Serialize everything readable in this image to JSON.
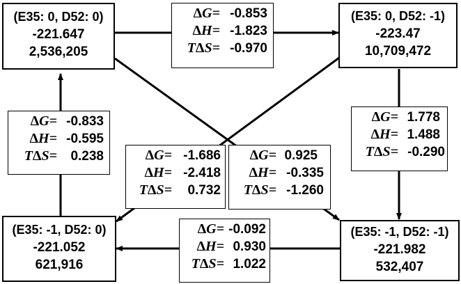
{
  "states": {
    "top_left": {
      "title": "(E35: 0, D52: 0)",
      "energy": "-221.647",
      "count": "2,536,205"
    },
    "top_right": {
      "title": "(E35: 0, D52: -1)",
      "energy": "-223.47",
      "count": "10,709,472"
    },
    "bottom_left": {
      "title": "(E35: -1, D52: 0)",
      "energy": "-221.052",
      "count": "621,916"
    },
    "bottom_right": {
      "title": "(E35: -1, D52: -1)",
      "energy": "-221.982",
      "count": "532,407"
    }
  },
  "symbols": {
    "dG": "G=",
    "dH": "H=",
    "TdS_T": "T",
    "TdS_S": "S=",
    "delta": "Δ"
  },
  "transitions": {
    "top_edge": {
      "dG": "-0.853",
      "dH": "-1.823",
      "TdS": "-0.970"
    },
    "left_edge": {
      "dG": "-0.833",
      "dH": "-0.595",
      "TdS": "0.238"
    },
    "right_edge": {
      "dG": "1.778",
      "dH": "1.488",
      "TdS": "-0.290"
    },
    "diag_to_bl": {
      "dG": "-1.686",
      "dH": "-2.418",
      "TdS": "0.732"
    },
    "diag_to_br": {
      "dG": "0.925",
      "dH": "-0.335",
      "TdS": "-1.260"
    },
    "bottom_edge": {
      "dG": "-0.092",
      "dH": "0.930",
      "TdS": "1.022"
    }
  }
}
